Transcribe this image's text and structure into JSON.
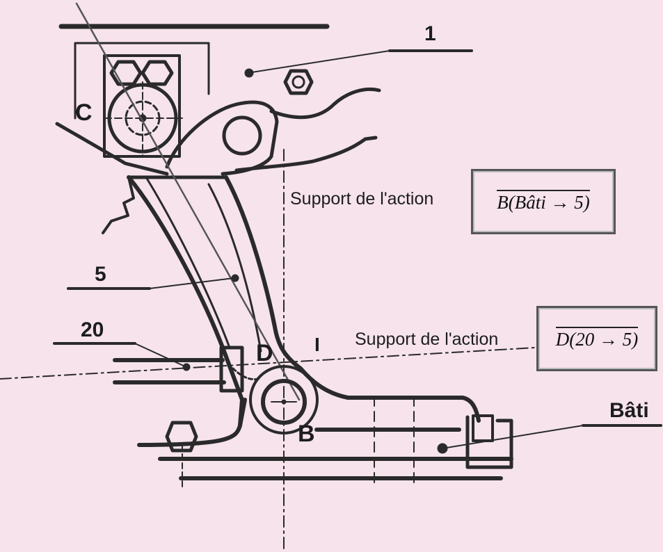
{
  "labels": {
    "part_1": "1",
    "part_5": "5",
    "part_20": "20",
    "bati": "Bâti",
    "point_C": "C",
    "point_D": "D",
    "point_B": "B",
    "point_I": "I"
  },
  "annotations": {
    "support_B": {
      "text": "Support de l'action",
      "vector": "B(Bâti → 5)"
    },
    "support_D": {
      "text": "Support de l'action",
      "vector": "D(20 → 5)"
    }
  }
}
